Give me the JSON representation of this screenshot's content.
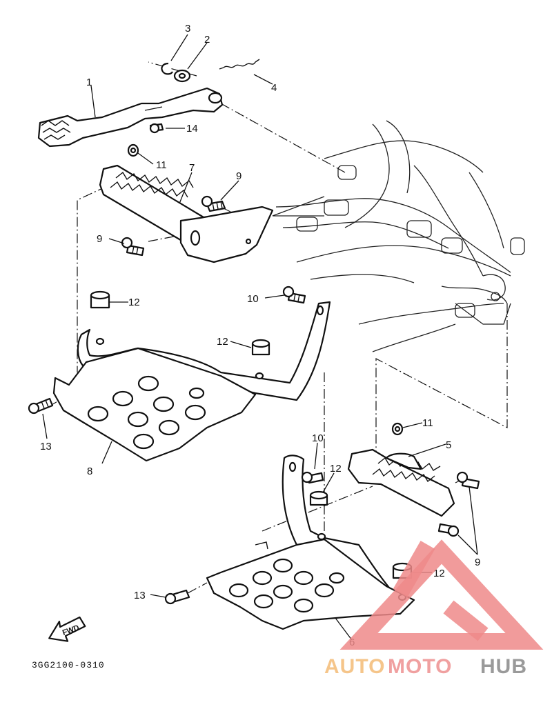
{
  "diagram": {
    "part_numbers": {
      "p1": "1",
      "p2": "2",
      "p3": "3",
      "p4": "4",
      "p5": "5",
      "p6": "6",
      "p7": "7",
      "p8": "8",
      "p9a": "9",
      "p9b": "9",
      "p9c": "9",
      "p10a": "10",
      "p10b": "10",
      "p11a": "11",
      "p11b": "11",
      "p12a": "12",
      "p12b": "12",
      "p12c": "12",
      "p12d": "12",
      "p13a": "13",
      "p13b": "13",
      "p14": "14"
    },
    "drawing_code": "3GG2100-0310",
    "direction_label": "FWD"
  },
  "watermark": {
    "text_part1": "AUTO",
    "text_part2": "MOTO",
    "text_part3": "HUB",
    "colors": {
      "triangle": "#ee8a8a",
      "auto": "#f5c58a",
      "moto": "#f0a0a0",
      "hub": "#9a9a9a"
    }
  }
}
